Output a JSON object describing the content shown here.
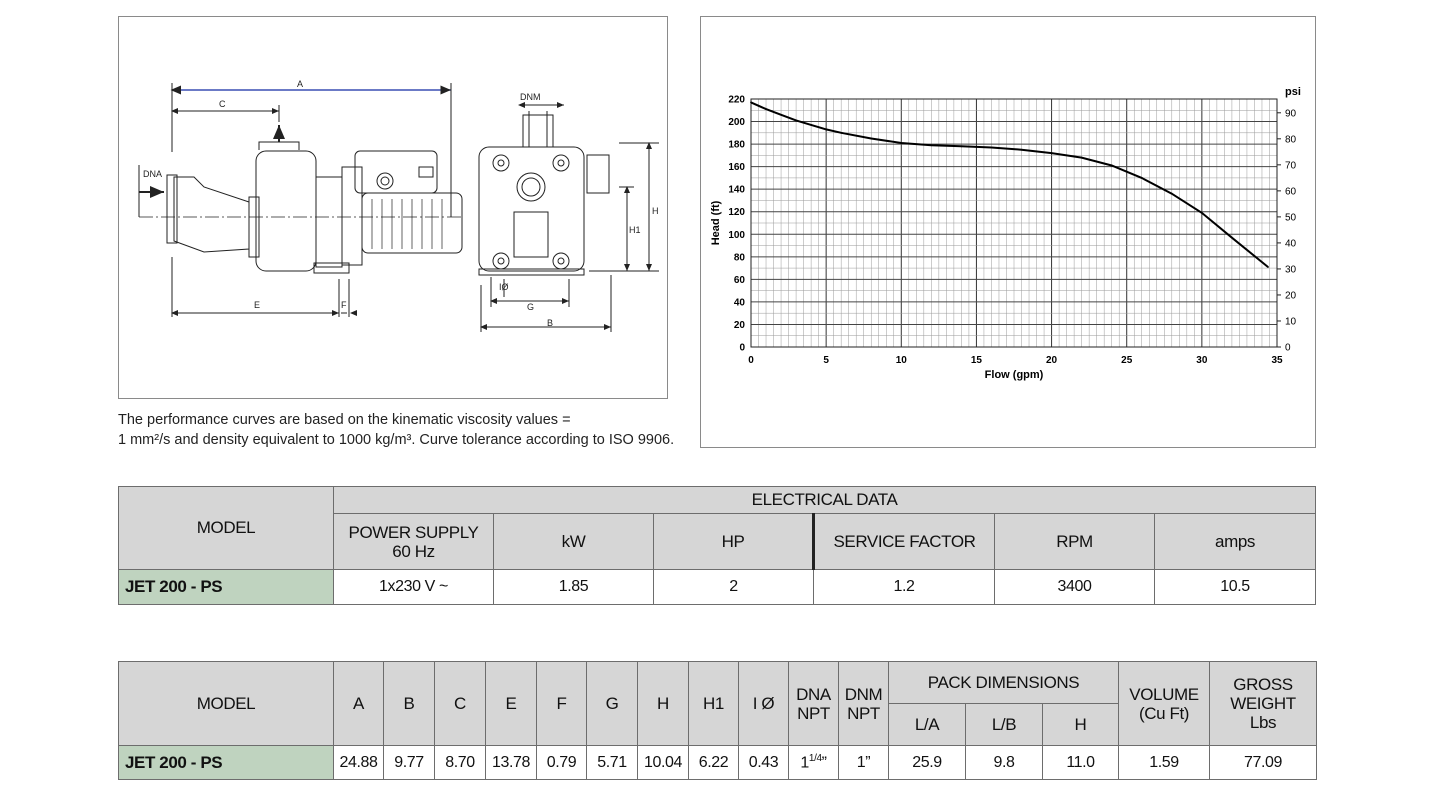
{
  "drawing": {
    "labels": {
      "A": "A",
      "C": "C",
      "E": "E",
      "F": "F",
      "DNA": "DNA",
      "DNM": "DNM",
      "H": "H",
      "H1": "H1",
      "G": "G",
      "B": "B",
      "I_diam": "IØ"
    }
  },
  "note": {
    "line1": "The performance curves are based on the kinematic viscosity values =",
    "line2": "1 mm²/s and density equivalent to 1000 kg/m³. Curve tolerance according to ISO 9906."
  },
  "chart_data": {
    "type": "line",
    "xlabel": "Flow (gpm)",
    "ylabel": "Head (ft)",
    "y2label": "psi",
    "xlim": [
      0,
      35
    ],
    "ylim": [
      0,
      220
    ],
    "y2lim": [
      0,
      95.3
    ],
    "x_ticks": [
      0,
      5,
      10,
      15,
      20,
      25,
      30,
      35
    ],
    "y_ticks": [
      0,
      20,
      40,
      60,
      80,
      100,
      120,
      140,
      160,
      180,
      200,
      220
    ],
    "y2_ticks": [
      0,
      10,
      20,
      30,
      40,
      50,
      60,
      70,
      80,
      90
    ],
    "grid": true,
    "series": [
      {
        "x": [
          0,
          1,
          2,
          3,
          4,
          5,
          6,
          8,
          10,
          12,
          14,
          16,
          18,
          20,
          22,
          24,
          26,
          28,
          30,
          32,
          34.4
        ],
        "y": [
          217,
          211,
          206,
          201,
          197,
          193,
          190,
          185,
          181,
          179,
          178,
          177,
          175,
          172,
          168,
          161,
          150,
          136,
          119,
          97,
          71
        ],
        "color": "#000000"
      }
    ]
  },
  "electrical": {
    "model_header": "MODEL",
    "group_header": "ELECTRICAL DATA",
    "columns": [
      "POWER SUPPLY\n60 Hz",
      "kW",
      "HP",
      "SERVICE FACTOR",
      "RPM",
      "amps"
    ],
    "power_supply_line1": "POWER SUPPLY",
    "power_supply_line2": "60 Hz",
    "kw_label": "kW",
    "hp_label": "HP",
    "sf_label": "SERVICE FACTOR",
    "rpm_label": "RPM",
    "amps_label": "amps",
    "row": {
      "model": "JET 200 - PS",
      "power_supply": "1x230 V ~",
      "kw": "1.85",
      "hp": "2",
      "service_factor": "1.2",
      "rpm": "3400",
      "amps": "10.5"
    }
  },
  "dimensions": {
    "model_header": "MODEL",
    "h_a": "A",
    "h_b": "B",
    "h_c": "C",
    "h_e": "E",
    "h_f": "F",
    "h_g": "G",
    "h_h": "H",
    "h_h1": "H1",
    "h_i": "I Ø",
    "h_dna1": "DNA",
    "h_dna2": "NPT",
    "h_dnm1": "DNM",
    "h_dnm2": "NPT",
    "pack_header": "PACK DIMENSIONS",
    "pack_la": "L/A",
    "pack_lb": "L/B",
    "pack_h": "H",
    "vol1": "VOLUME",
    "vol2": "(Cu Ft)",
    "gw1": "GROSS",
    "gw2": "WEIGHT",
    "gw3": "Lbs",
    "row": {
      "model": "JET 200 - PS",
      "a": "24.88",
      "b": "9.77",
      "c": "8.70",
      "e": "13.78",
      "f": "0.79",
      "g": "5.71",
      "h": "10.04",
      "h1": "6.22",
      "i": "0.43",
      "dna_whole": "1",
      "dna_frac": "1/4",
      "dna_inch": "”",
      "dnm": "1”",
      "la": "25.9",
      "lb": "9.8",
      "ph": "11.0",
      "volume": "1.59",
      "weight": "77.09"
    }
  }
}
